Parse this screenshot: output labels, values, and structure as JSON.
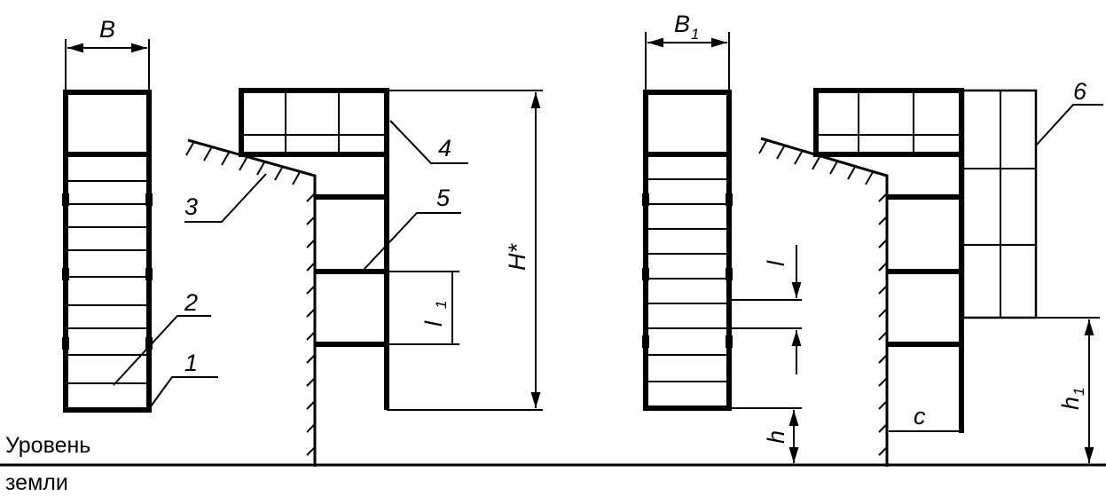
{
  "labels": {
    "width": "B",
    "width_alt": "B",
    "width_alt_sub": "1",
    "height_total": "H*",
    "step_spacing": "l",
    "step_spacing_sub": "1",
    "step_spacing_right": "l",
    "bottom_gap": "h",
    "bottom_gap_right": "h",
    "bottom_gap_right_sub": "1",
    "clearance": "c",
    "callout_1": "1",
    "callout_2": "2",
    "callout_3": "3",
    "callout_4": "4",
    "callout_5": "5",
    "callout_6": "6"
  },
  "ground": {
    "line1": "Уровень",
    "line2": "земли"
  }
}
